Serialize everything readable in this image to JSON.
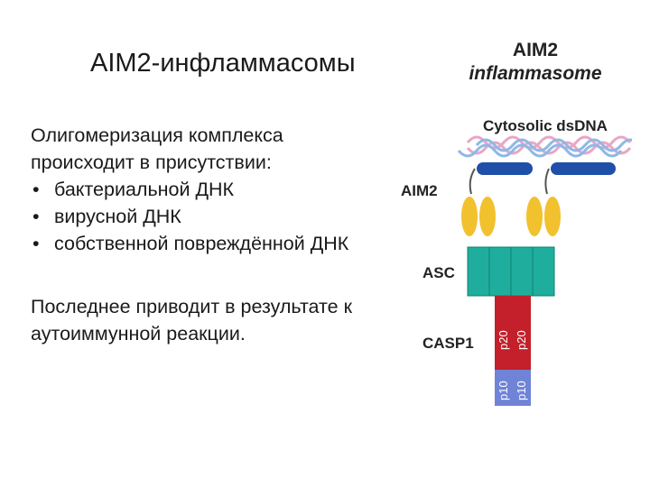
{
  "slide": {
    "title": "AIM2-инфламмасомы",
    "intro": "Олигомеризация комплекса происходит в присутствии:",
    "bullets": [
      "бактериальной ДНК",
      "вирусной ДНК",
      "собственной повреждённой ДНК"
    ],
    "conclusion": "Последнее приводит в результате к аутоиммунной реакции."
  },
  "figure": {
    "title_line1": "AIM2",
    "title_line2": "inflammasome",
    "dna_label": "Cytosolic dsDNA",
    "aim2_label": "AIM2",
    "asc_label": "ASC",
    "casp1_label": "CASP1",
    "p20_label": "p20",
    "p10_label": "p10",
    "colors": {
      "dna_strand_pink": "#e8a7c4",
      "dna_strand_blue": "#8fb8e6",
      "hin_domain": "#1f4fa8",
      "pyrin": "#f2c12e",
      "asc": "#1fae9d",
      "caspase_p20": "#c3202b",
      "caspase_p10": "#6f84d6",
      "linker": "#555555"
    }
  }
}
